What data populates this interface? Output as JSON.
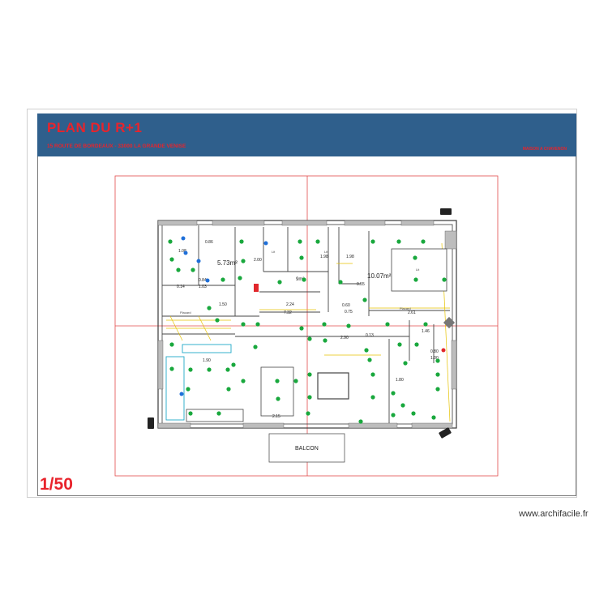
{
  "header": {
    "title": "PLAN DU R+1",
    "address": "15 ROUTE DE BORDEAUX - 33000 LA GRANDE VENISE",
    "right_label": "MAISON A CHAVENON",
    "color_band": "#2f5f8c",
    "color_text": "#e8242c"
  },
  "scale": "1/50",
  "credit": "www.archifacile.fr",
  "plan": {
    "balcony_label": "BALCON",
    "area_1": "5.73m²",
    "area_2": "10.07m²",
    "area_3": "9m²",
    "dims": [
      "1.08",
      "0.86",
      "2.00",
      "1.98",
      "0.55",
      "1.98",
      "0.14",
      "1.03",
      "1.90",
      "0.84",
      "2.24",
      "7.32",
      "0.60",
      "0.75",
      "2.61",
      "2.90",
      "0.13",
      "1.46",
      "0.80",
      "1.00",
      "2.15",
      "1.80",
      "1.50"
    ],
    "labels": [
      "Placard",
      "Placard",
      "Lit",
      "Lit",
      "Lit"
    ],
    "icon_color": "#19a83d"
  }
}
